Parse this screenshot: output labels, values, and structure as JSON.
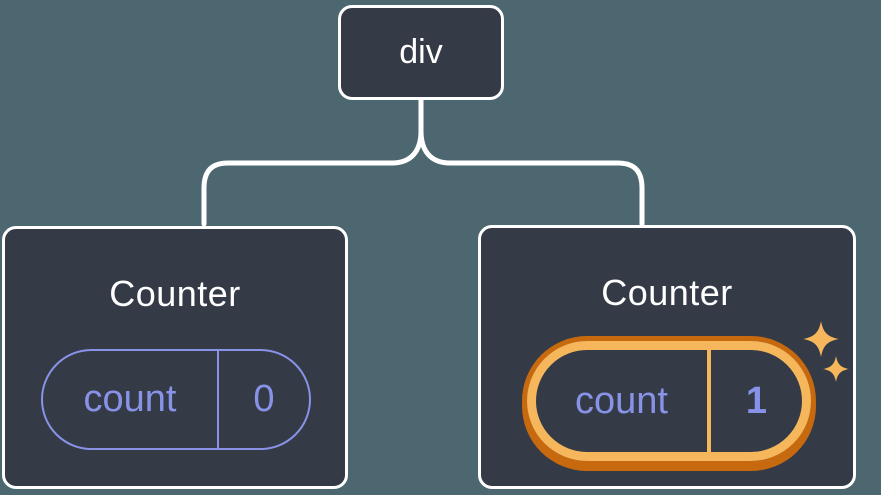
{
  "diagram": {
    "description": "Component tree: a div parent with two Counter children; second Counter state updated",
    "tree": {
      "root": {
        "label": "div"
      },
      "children": [
        {
          "title": "Counter",
          "state": {
            "key": "count",
            "value": "0"
          },
          "highlighted": false
        },
        {
          "title": "Counter",
          "state": {
            "key": "count",
            "value": "1"
          },
          "highlighted": true
        }
      ]
    },
    "colors": {
      "background": "#4c6770",
      "card_fill": "#343a46",
      "card_border": "#ffffff",
      "connector": "#ffffff",
      "state_purple": "#8893e8",
      "highlight_orange_light": "#f6b75c",
      "highlight_orange_dark": "#c6690f",
      "text": "#ffffff"
    }
  }
}
